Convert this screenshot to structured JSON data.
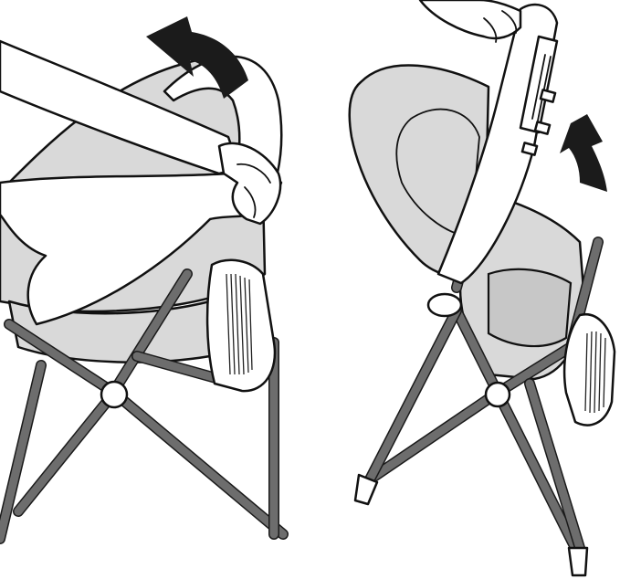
{
  "figure": {
    "panels": [
      {
        "id": "left",
        "step": "fold-tray-up-hands",
        "arrow": "curved-up-left-arrow"
      },
      {
        "id": "right",
        "step": "tray-folded-up",
        "arrow": "curved-up-arrow"
      }
    ],
    "colors": {
      "outline": "#111111",
      "frame": "#6d6d6d",
      "fabric": "#d9d9d9",
      "arrow": "#1b1b1b",
      "background": "#ffffff"
    }
  }
}
